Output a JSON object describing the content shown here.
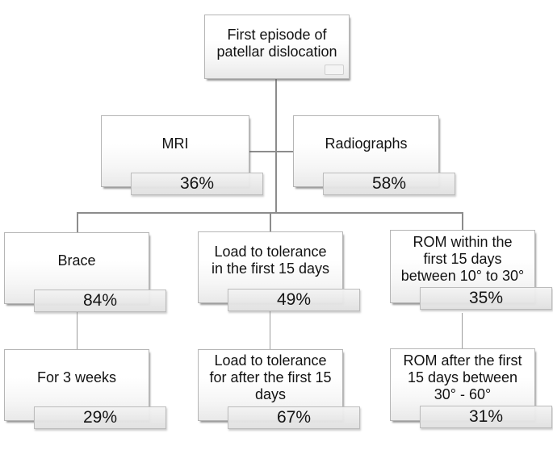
{
  "diagram_title": "First episode of patellar dislocation flowchart",
  "colors": {
    "box_fill_top": "#ffffff",
    "box_fill_bottom": "#e9e9e9",
    "box_border": "#b5b5b5",
    "badge_fill": "#e8e8e8",
    "badge_border": "#bcbcbc",
    "connector": "#8c8c8c",
    "text": "#121212"
  },
  "nodes": {
    "root": {
      "label": "First episode of\npatellar dislocation"
    },
    "mri": {
      "label": "MRI",
      "pct": "36%"
    },
    "radiographs": {
      "label": "Radiographs",
      "pct": "58%"
    },
    "brace": {
      "label": "Brace",
      "pct": "84%"
    },
    "load15": {
      "label": "Load to tolerance\nin the first 15 days",
      "pct": "49%"
    },
    "rom15": {
      "label": "ROM within the\nfirst 15 days\nbetween 10° to 30°",
      "pct": "35%"
    },
    "weeks3": {
      "label": "For 3 weeks",
      "pct": "29%"
    },
    "loadafter": {
      "label": "Load to tolerance\nfor after the first 15\ndays",
      "pct": "67%"
    },
    "romafter": {
      "label": "ROM after the first\n15 days between\n30° - 60°",
      "pct": "31%"
    }
  }
}
